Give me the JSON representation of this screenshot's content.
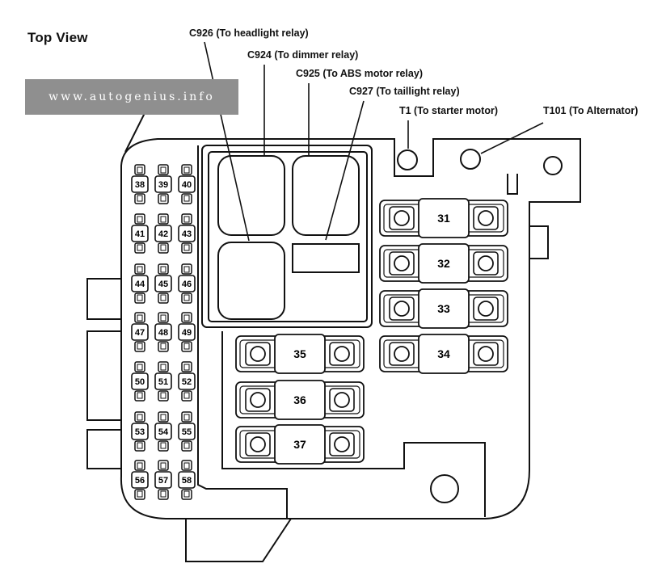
{
  "view_title": "Top View",
  "watermark": "www.autogenius.info",
  "connectors": [
    {
      "id": "c926",
      "label": "C926 (To headlight relay)"
    },
    {
      "id": "c924",
      "label": "C924 (To dimmer relay)"
    },
    {
      "id": "c925",
      "label": "C925 (To ABS motor relay)"
    },
    {
      "id": "c927",
      "label": "C927 (To taillight relay)"
    },
    {
      "id": "t1",
      "label": "T1 (To starter motor)"
    },
    {
      "id": "t101",
      "label": "T101 (To Alternator)"
    }
  ],
  "small_fuses": [
    "38",
    "39",
    "40",
    "41",
    "42",
    "43",
    "44",
    "45",
    "46",
    "47",
    "48",
    "49",
    "50",
    "51",
    "52",
    "53",
    "54",
    "55",
    "56",
    "57",
    "58"
  ],
  "large_fuses": [
    "31",
    "32",
    "33",
    "34",
    "35",
    "36",
    "37"
  ],
  "colors": {
    "line": "#111111",
    "watermark_bg": "#8f8f8f",
    "watermark_text": "#ffffff"
  }
}
